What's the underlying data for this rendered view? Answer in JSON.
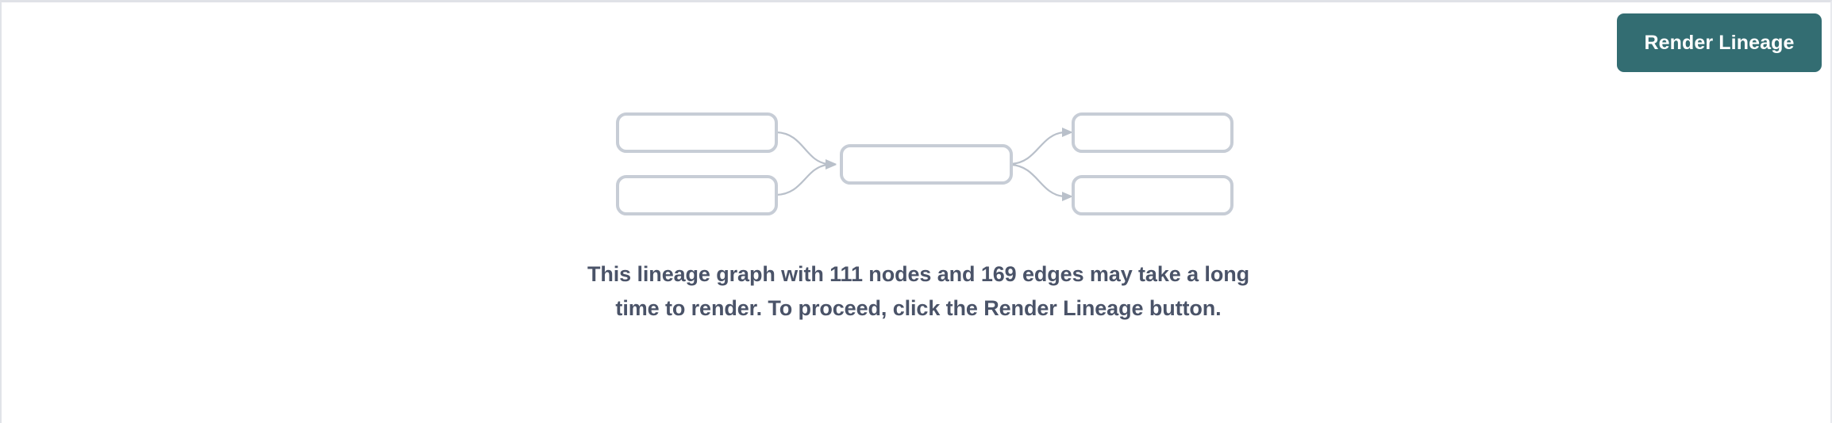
{
  "theme": {
    "page_background": "#ffffff",
    "accent_button": "#336D72",
    "button_text": "#ffffff",
    "node_border": "#c7cdd6",
    "node_fill": "#ffffff",
    "edge_color": "#b9c0ca",
    "message_text": "#4a5368",
    "panel_border": "#e1e3e8"
  },
  "toolbar": {
    "render_lineage_label": "Render Lineage"
  },
  "lineage_placeholder": {
    "node_count_shown": 5,
    "nodes": [
      {
        "id": "source-1",
        "label": "",
        "column": "left",
        "row": "top"
      },
      {
        "id": "source-2",
        "label": "",
        "column": "left",
        "row": "bottom"
      },
      {
        "id": "center-1",
        "label": "",
        "column": "center",
        "row": "middle"
      },
      {
        "id": "target-1",
        "label": "",
        "column": "right",
        "row": "top"
      },
      {
        "id": "target-2",
        "label": "",
        "column": "right",
        "row": "bottom"
      }
    ],
    "edges": [
      {
        "from": "source-1",
        "to": "center-1"
      },
      {
        "from": "source-2",
        "to": "center-1"
      },
      {
        "from": "center-1",
        "to": "target-1"
      },
      {
        "from": "center-1",
        "to": "target-2"
      }
    ]
  },
  "message": {
    "node_count": "111",
    "edge_count": "169",
    "line_1": "This lineage graph with 111 nodes and 169 edges may take",
    "line_2": "a long time to render. To proceed, click the Render Lineage",
    "line_3": "button.",
    "full_text": "This lineage graph with 111 nodes and 169 edges may take a long time to render. To proceed, click the Render Lineage button."
  }
}
